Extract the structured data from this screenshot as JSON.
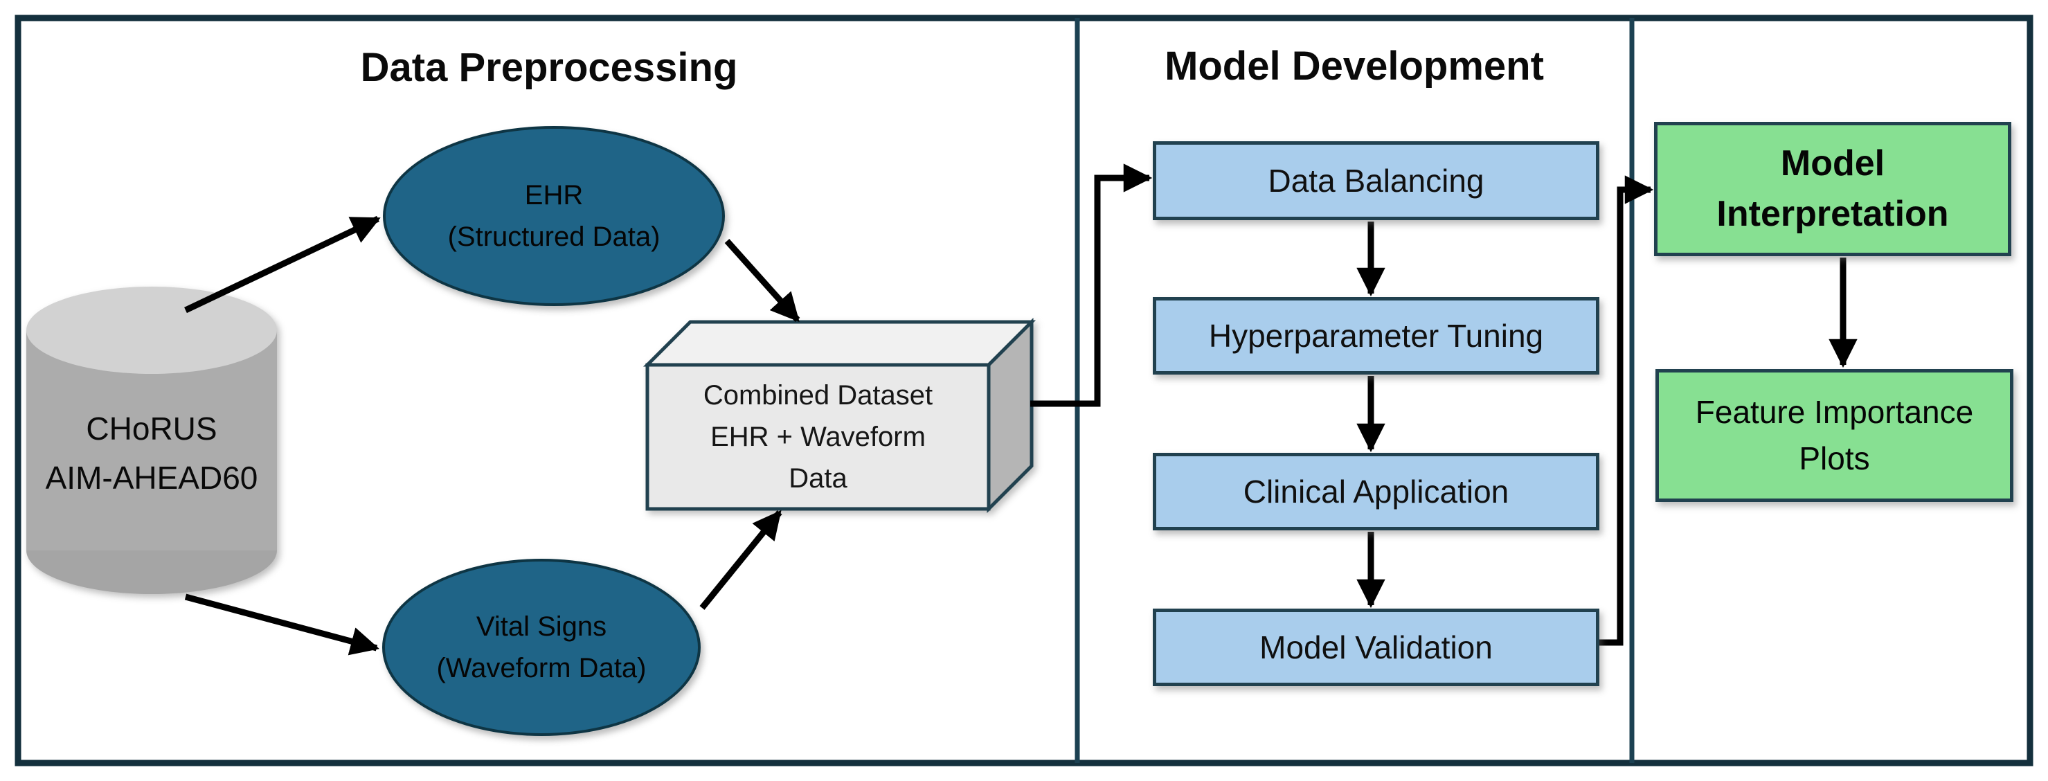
{
  "diagram": {
    "sections": {
      "preprocessing": {
        "title": "Data Preprocessing",
        "source_db": {
          "line1": "CHoRUS",
          "line2": "AIM-AHEAD60"
        },
        "ehr": {
          "line1": "EHR",
          "line2": "(Structured Data)"
        },
        "vitals": {
          "line1": "Vital Signs",
          "line2": "(Waveform Data)"
        },
        "combined": {
          "line1": "Combined Dataset",
          "line2": "EHR + Waveform",
          "line3": "Data"
        }
      },
      "development": {
        "title": "Model Development",
        "steps": [
          "Data Balancing",
          "Hyperparameter Tuning",
          "Clinical Application",
          "Model Validation"
        ]
      },
      "interpretation": {
        "model_interpretation": {
          "line1": "Model",
          "line2": "Interpretation"
        },
        "feature_importance": {
          "line1": "Feature Importance",
          "line2": "Plots"
        }
      }
    },
    "colors": {
      "outer_border": "#14303d",
      "section_divider": "#1c4152",
      "shape_border": "#21414f",
      "ellipse_fill": "#1f6487",
      "step_fill": "#a9cdec",
      "result_fill": "#87e092",
      "cylinder_body": "#acacac",
      "cylinder_top": "#d2d2d2",
      "box3d_front": "#e9e9e9",
      "box3d_side": "#b5b5b5",
      "arrow": "#000000",
      "text": "#0b0b0b"
    }
  }
}
